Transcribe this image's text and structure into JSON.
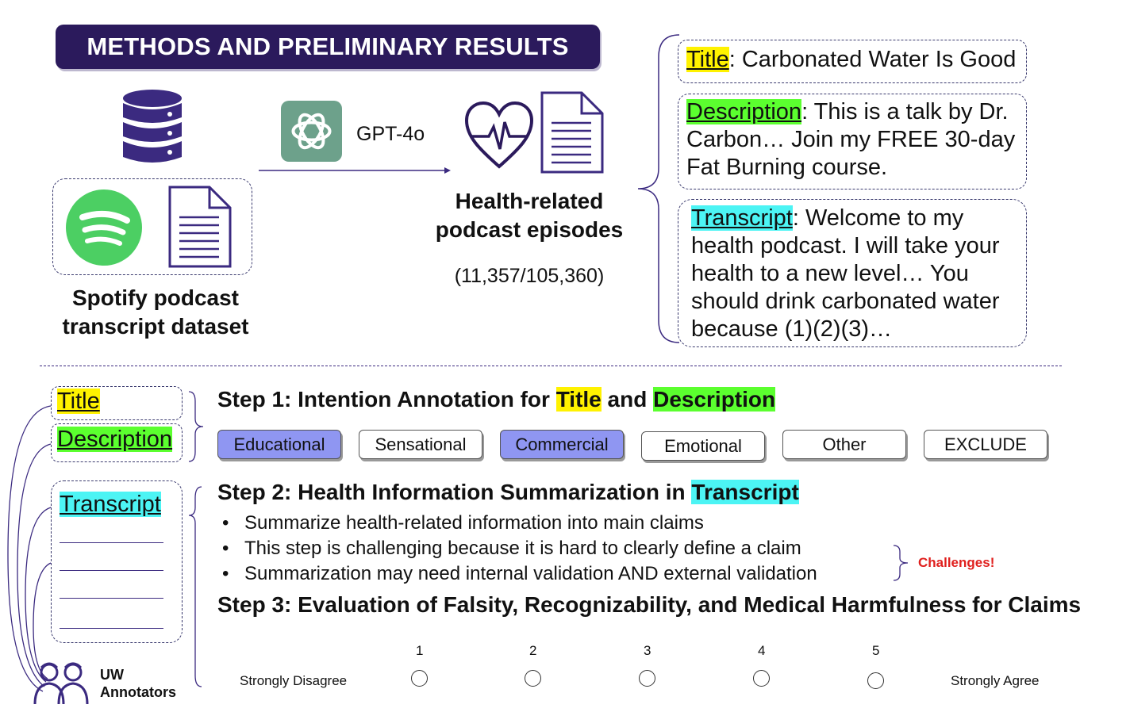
{
  "banner": {
    "title": "METHODS AND PRELIMINARY RESULTS"
  },
  "top": {
    "dataset_label": "Spotify podcast transcript dataset",
    "model_label": "GPT-4o",
    "output_label": "Health-related podcast episodes",
    "count_label": "(11,357/105,360)"
  },
  "example": {
    "title_key": "Title",
    "title_text": ": Carbonated Water Is Good",
    "desc_key": "Description",
    "desc_text": ": This is a talk by Dr. Carbon… Join my FREE 30-day Fat Burning course.",
    "transcript_key": "Transcript",
    "transcript_text": ": Welcome to my health podcast. I will take your health to a new level… You should drink carbonated water because (1)(2)(3)…"
  },
  "left": {
    "title": "Title",
    "description": "Description",
    "transcript": "Transcript",
    "annotators": "UW Annotators"
  },
  "step1": {
    "prefix": "Step 1: Intention Annotation for ",
    "title": "Title",
    "and": " and ",
    "description": "Description",
    "options": [
      {
        "label": "Educational",
        "selected": true
      },
      {
        "label": "Sensational",
        "selected": false
      },
      {
        "label": "Commercial",
        "selected": true
      },
      {
        "label": "Emotional",
        "selected": false
      },
      {
        "label": "Other",
        "selected": false
      },
      {
        "label": "EXCLUDE",
        "selected": false
      }
    ]
  },
  "step2": {
    "prefix": "Step 2: Health Information Summarization in ",
    "transcript": "Transcript",
    "bullets": [
      "Summarize health-related information into main claims",
      "This step is challenging because it is hard to clearly define a claim",
      "Summarization may need internal validation AND external validation"
    ],
    "challenges": "Challenges!"
  },
  "step3": {
    "title": "Step 3: Evaluation of Falsity, Recognizability, and Medical Harmfulness for Claims",
    "scale_left": "Strongly Disagree",
    "scale_right": "Strongly Agree",
    "scale_points": [
      "1",
      "2",
      "3",
      "4",
      "5"
    ]
  },
  "colors": {
    "banner": "#2b1a5c",
    "purple": "#3b2a80",
    "spotify": "#4ccf63",
    "gpt": "#6da18b",
    "selected": "#8f96f2",
    "challenge": "#e0201e"
  }
}
